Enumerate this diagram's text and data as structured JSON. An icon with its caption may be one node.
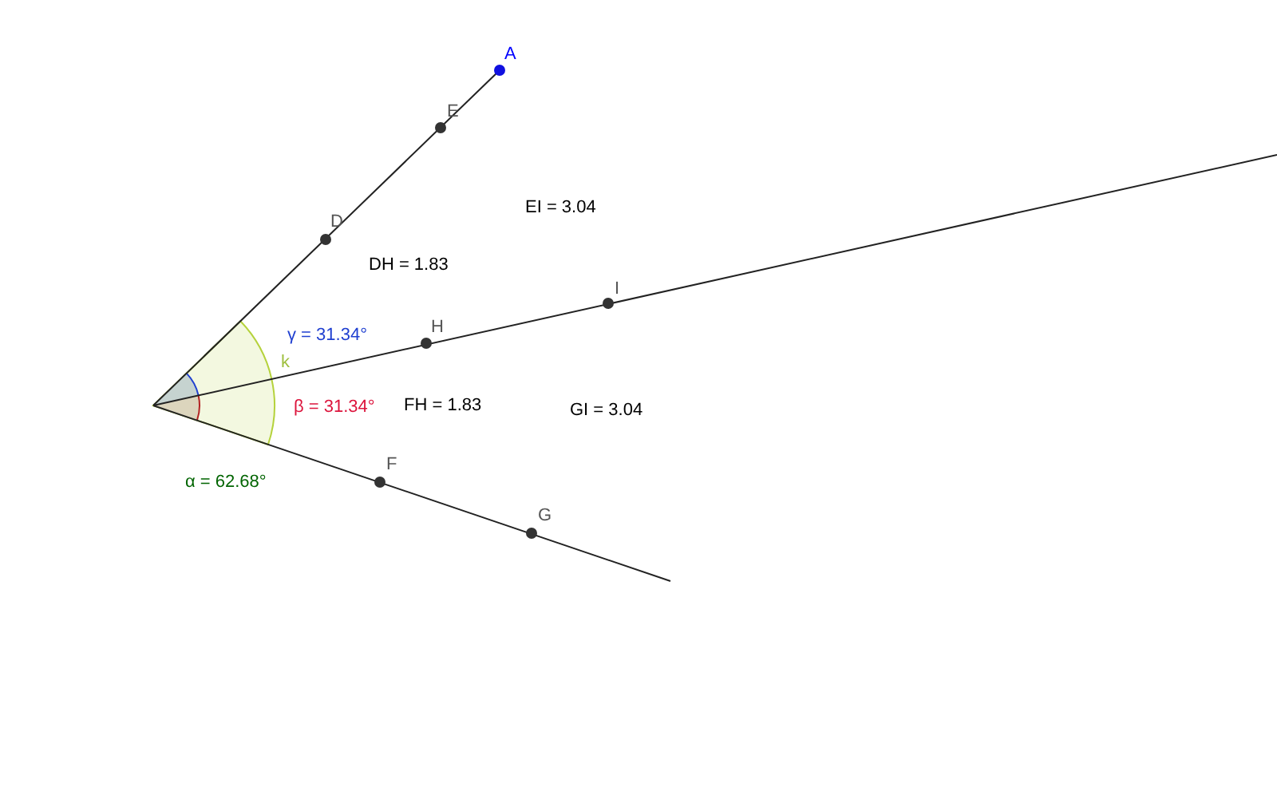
{
  "diagram": {
    "labels": [
      "A",
      "E",
      "D",
      "EI = 3.04",
      "DH = 1.83",
      "I",
      "γ = 31.34°",
      "H",
      "k",
      "β = 31.34°",
      "FH = 1.83",
      "GI = 3.04",
      "F",
      "α = 62.68°",
      "G"
    ]
  }
}
